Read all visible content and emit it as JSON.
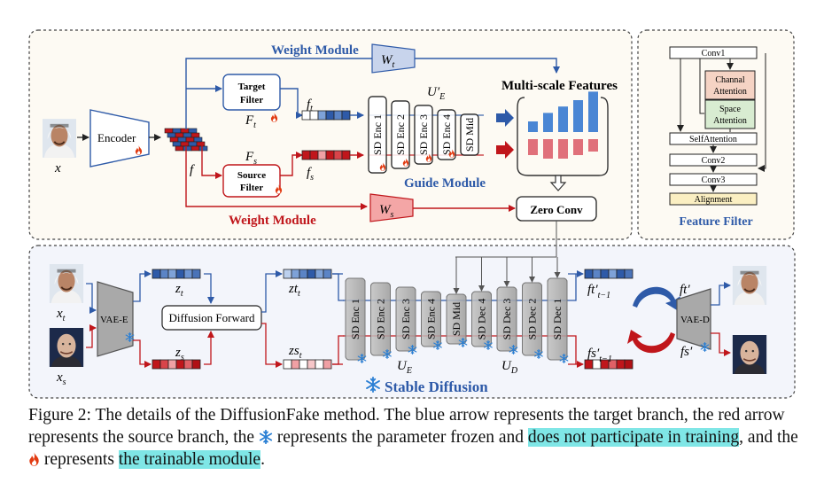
{
  "figure": {
    "top_panel": {
      "weight_module_top": "Weight Module",
      "weight_module_bottom": "Weight Module",
      "w_t": "W",
      "w_t_sub": "t",
      "w_s": "W",
      "w_s_sub": "s",
      "encoder": "Encoder",
      "x": "x",
      "f": "f",
      "target_filter_line1": "Target",
      "target_filter_line2": "Filter",
      "F_t": "F",
      "F_t_sub": "t",
      "source_filter_line1": "Source",
      "source_filter_line2": "Filter",
      "F_s": "F",
      "F_s_sub": "s",
      "f_t": "f",
      "f_t_sub": "t",
      "f_s": "f",
      "f_s_sub": "s",
      "U_prime_E": "U′",
      "U_prime_E_sub": "E",
      "guide_encoders": [
        "SD Enc 1",
        "SD Enc 2",
        "SD Enc 3",
        "SD Enc 4",
        "SD Mid"
      ],
      "multi_scale": "Multi-scale Features",
      "guide_module": "Guide Module",
      "zero_conv": "Zero Conv",
      "target_bar_levels": [
        0.25,
        0.45,
        0.6,
        0.75,
        0.95
      ],
      "source_bar_levels": [
        0.45,
        0.55,
        0.55,
        0.45,
        0.35
      ]
    },
    "feature_filter": {
      "title": "Feature Filter",
      "conv1": "Conv1",
      "channel_attention": "Channal Attention",
      "channel_line1": "Channal",
      "channel_line2": "Attention",
      "space_line1": "Space",
      "space_line2": "Attention",
      "self_attention": "SelfAttention",
      "conv2": "Conv2",
      "conv3": "Conv3",
      "alignment": "Alignment"
    },
    "bottom_panel": {
      "x_t": "x",
      "x_t_sub": "t",
      "x_s": "x",
      "x_s_sub": "s",
      "vae_e": "VAE-E",
      "z_t": "z",
      "z_t_sub": "t",
      "z_s": "z",
      "z_s_sub": "s",
      "diffusion_forward": "Diffusion Forward",
      "zt_t": "zt",
      "zt_t_sub": "t",
      "zs_t": "zs",
      "zs_t_sub": "t",
      "unet_blocks": [
        "SD Enc 1",
        "SD Enc 2",
        "SD Enc 3",
        "SD Enc 4",
        "SD Mid",
        "SD Dec 4",
        "SD Dec 3",
        "SD Dec 2",
        "SD Dec 1"
      ],
      "U_E": "U",
      "U_E_sub": "E",
      "U_D": "U",
      "U_D_sub": "D",
      "stable_diffusion": "Stable Diffusion",
      "ft_prime_t1": "ft′",
      "ft_prime_t1_sub": "t−1",
      "fs_prime_t1": "fs′",
      "fs_prime_t1_sub": "t−1",
      "ft_prime": "ft′",
      "fs_prime": "fs′",
      "vae_d": "VAE-D"
    },
    "colors": {
      "target": "#2e5aa8",
      "source": "#c0161b",
      "target_pink": "#f4a6a6",
      "frame_bg": "#fdfaf3",
      "bottom_bg": "#f3f5fb"
    }
  },
  "caption": {
    "part1": "Figure 2: The details of the DiffusionFake method. The blue arrow represents the target branch, the red arrow represents the source branch, the ",
    "part2": " represents the parameter frozen and ",
    "highlight1": "does not participate in training",
    "part3": ", and the ",
    "part4": " represents ",
    "highlight2": "the trainable module",
    "part5": "."
  }
}
